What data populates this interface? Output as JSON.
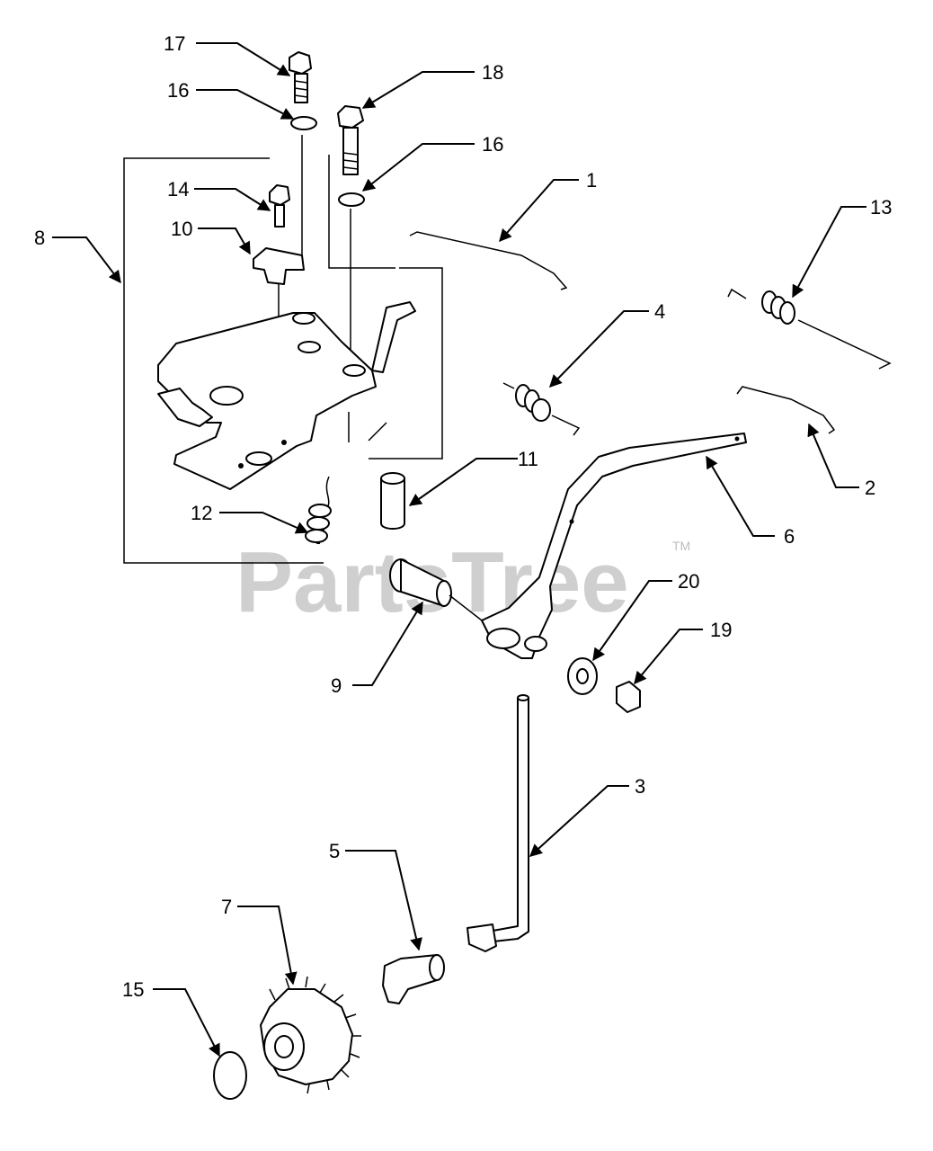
{
  "watermark": {
    "text": "PartsTree",
    "trademark": "TM"
  },
  "callouts": {
    "c1": "1",
    "c2": "2",
    "c3": "3",
    "c4": "4",
    "c5": "5",
    "c6": "6",
    "c7": "7",
    "c8": "8",
    "c9": "9",
    "c10": "10",
    "c11": "11",
    "c12": "12",
    "c13": "13",
    "c14": "14",
    "c15": "15",
    "c16a": "16",
    "c16b": "16",
    "c17": "17",
    "c18": "18",
    "c19": "19",
    "c20": "20"
  }
}
